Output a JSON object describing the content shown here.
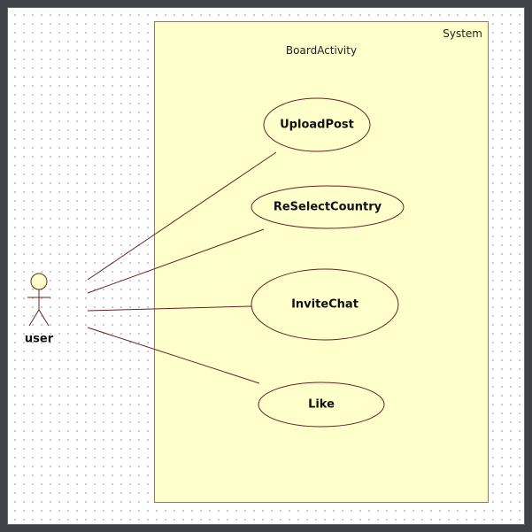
{
  "system": {
    "label": "System",
    "title": "BoardActivity"
  },
  "actor": {
    "name": "user"
  },
  "use_cases": [
    {
      "label": "UploadPost"
    },
    {
      "label": "ReSelectCountry"
    },
    {
      "label": "InviteChat"
    },
    {
      "label": "Like"
    }
  ],
  "colors": {
    "system_fill": "#ffffcc",
    "line": "#6b1f1f",
    "actor_fill": "#ffffcc"
  }
}
